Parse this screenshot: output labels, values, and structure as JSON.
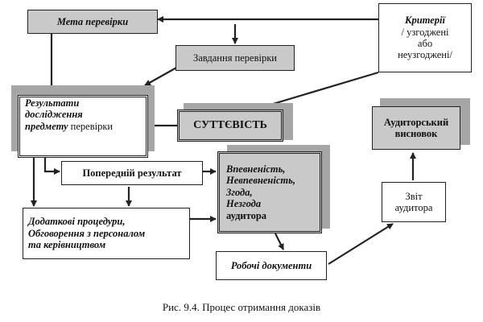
{
  "nodes": {
    "goal": "Мета перевірки",
    "criteria": [
      "Критерії",
      "/ узгоджені",
      "або",
      "неузгоджені/"
    ],
    "task": "Завдання перевірки",
    "results": [
      "Результати",
      "дослідження",
      "предмету",
      "перевірки"
    ],
    "materiality": "СУТТЄВІСТЬ",
    "audit_opinion": [
      "Аудиторський",
      "висновок"
    ],
    "preliminary": "Попередній результат",
    "confidence": [
      "Впевненість,",
      "Невпевненість,",
      "Згода,",
      "Незгода",
      "аудитора"
    ],
    "additional": [
      "Додаткові процедури,",
      "Обговорення з персоналом",
      "та керівництвом"
    ],
    "report": [
      "Звіт",
      "аудитора"
    ],
    "working_docs": "Робочі документи"
  },
  "caption": "Рис. 9.4. Процес отримання доказів",
  "colors": {
    "gray_box": "#c9c9c9",
    "shadow": "#a6a6a6",
    "line": "#222222"
  }
}
